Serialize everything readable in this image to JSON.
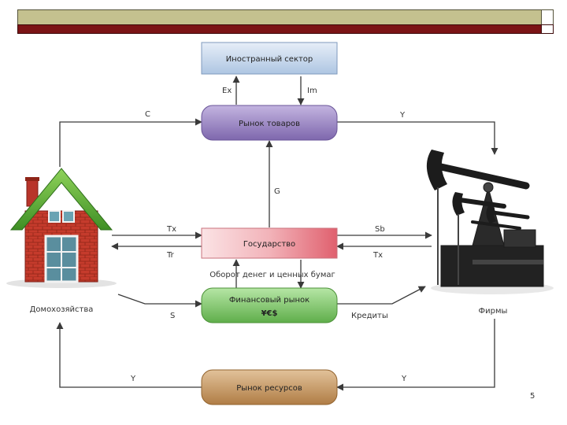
{
  "nodes": {
    "foreign": "Иностранный сектор",
    "goods": "Рынок товаров",
    "state": "Государство",
    "finance_line1": "Финансовый рынок",
    "finance_line2": "¥€$",
    "resources": "Рынок ресурсов",
    "households": "Домохозяйства",
    "firms": "Фирмы"
  },
  "flows": {
    "ex": "Ex",
    "im": "Im",
    "c": "C",
    "y_top": "Y",
    "g": "G",
    "tx_left": "Tx",
    "tr": "Tr",
    "sb": "Sb",
    "tx_right": "Tx",
    "money_flow": "Оборот денег и ценных бумаг",
    "s": "S",
    "credits": "Кредиты",
    "y_bottom_left": "Y",
    "y_bottom_right": "Y"
  },
  "page_number": "5",
  "colors": {
    "olive_bar": "#c4c18f",
    "dark_red_bar": "#7b1416",
    "foreign_box": "#c9d9ec",
    "goods_box": "#9f8bc6",
    "state_box": "#ee9aa3",
    "finance_box": "#86cf72",
    "resources_box": "#c89b66",
    "arrow": "#3a3a3a"
  }
}
